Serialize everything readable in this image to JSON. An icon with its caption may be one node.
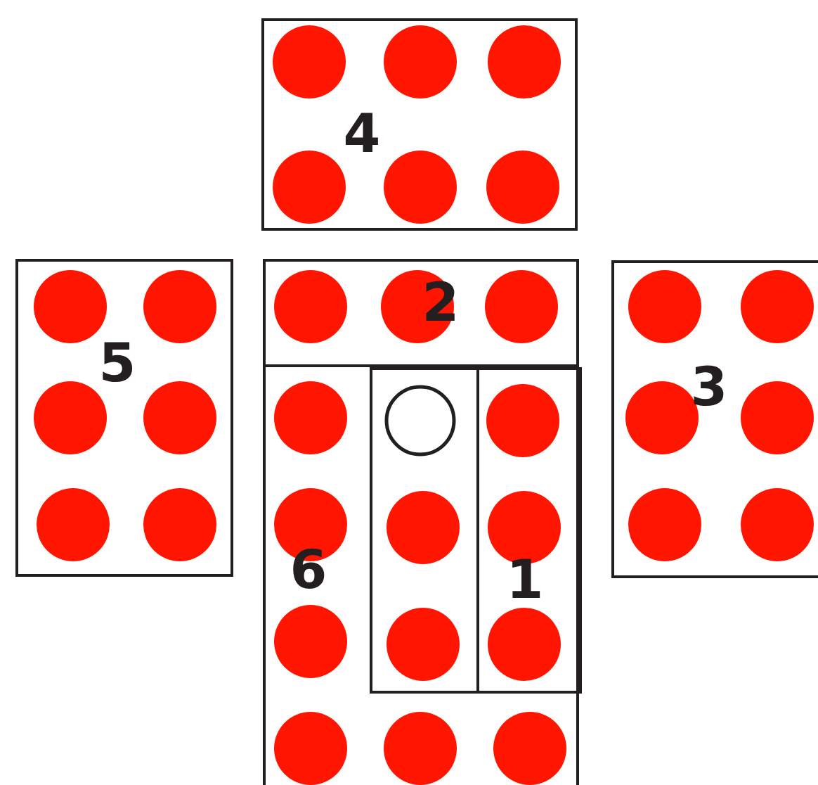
{
  "diagram": {
    "nodes": [
      {
        "text": [
          "4"
        ]
      },
      {
        "text": [
          "5"
        ]
      },
      {
        "text": [
          "2"
        ]
      },
      {
        "text": [
          "3"
        ]
      },
      {
        "text": [
          "6"
        ]
      },
      {
        "text": [],
        "shape": "box",
        "in": 4
      },
      {
        "text": [
          "1"
        ],
        "in": 4
      }
    ]
  }
}
